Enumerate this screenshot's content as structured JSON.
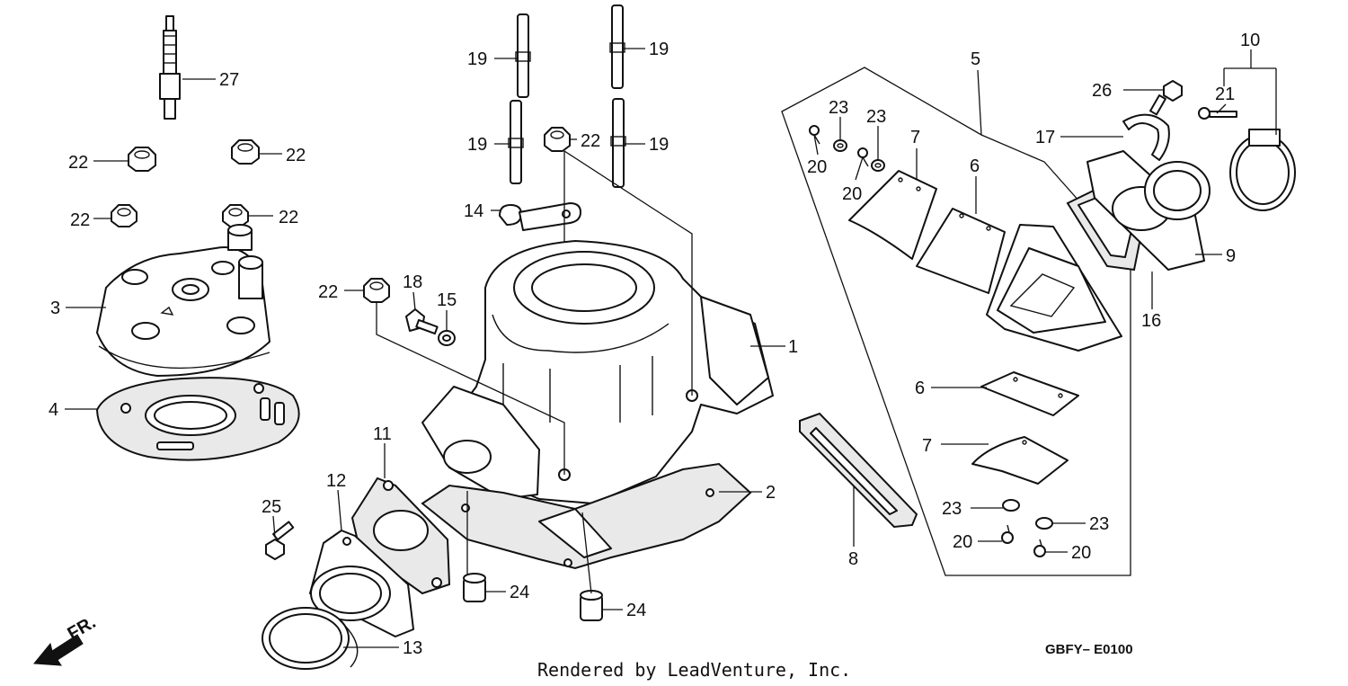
{
  "diagram": {
    "code": "GBFY– E0100",
    "credit": "Rendered by LeadVenture, Inc.",
    "front_marker": "FR.",
    "callouts": {
      "c1": "1",
      "c2": "2",
      "c3": "3",
      "c4": "4",
      "c5": "5",
      "c6a": "6",
      "c6b": "6",
      "c7a": "7",
      "c7b": "7",
      "c8": "8",
      "c9": "9",
      "c10": "10",
      "c11": "11",
      "c12": "12",
      "c13": "13",
      "c14": "14",
      "c15": "15",
      "c16": "16",
      "c17": "17",
      "c18": "18",
      "c19a": "19",
      "c19b": "19",
      "c19c": "19",
      "c19d": "19",
      "c20a": "20",
      "c20b": "20",
      "c20c": "20",
      "c20d": "20",
      "c21": "21",
      "c22a": "22",
      "c22b": "22",
      "c22c": "22",
      "c22d": "22",
      "c22e": "22",
      "c22f": "22",
      "c23a": "23",
      "c23b": "23",
      "c23c": "23",
      "c23d": "23",
      "c24a": "24",
      "c24b": "24",
      "c25": "25",
      "c26": "26",
      "c27": "27"
    }
  }
}
